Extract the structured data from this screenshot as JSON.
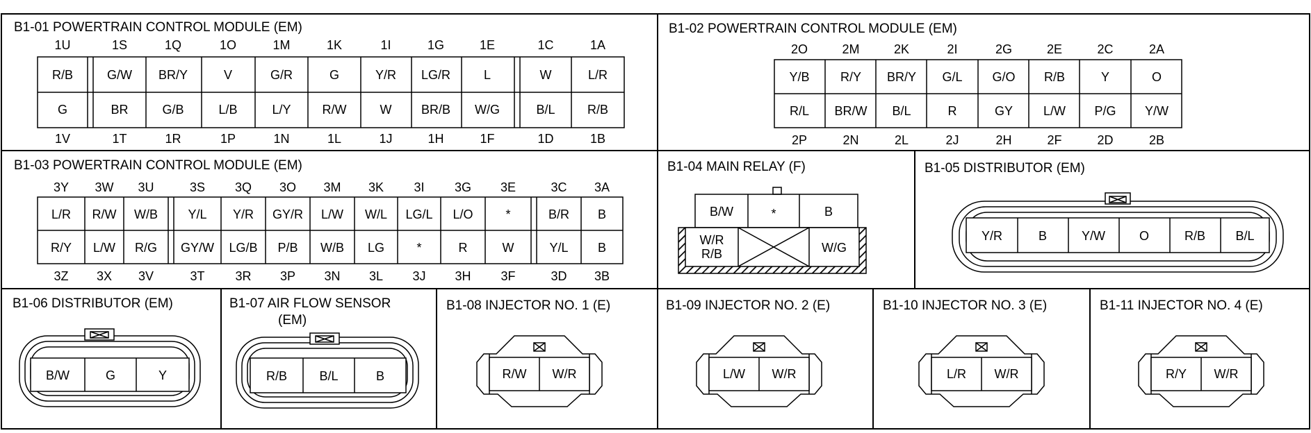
{
  "panels": {
    "b1_01": {
      "title": "B1-01  POWERTRAIN CONTROL MODULE (EM)",
      "top_labels": [
        "1U",
        "1S",
        "1Q",
        "1O",
        "1M",
        "1K",
        "1I",
        "1G",
        "1E",
        "1C",
        "1A"
      ],
      "row1": [
        "R/B",
        "G/W",
        "BR/Y",
        "V",
        "G/R",
        "G",
        "Y/R",
        "LG/R",
        "L",
        "W",
        "L/R"
      ],
      "row2": [
        "G",
        "BR",
        "G/B",
        "L/B",
        "L/Y",
        "R/W",
        "W",
        "BR/B",
        "W/G",
        "B/L",
        "R/B"
      ],
      "bottom_labels": [
        "1V",
        "1T",
        "1R",
        "1P",
        "1N",
        "1L",
        "1J",
        "1H",
        "1F",
        "1D",
        "1B"
      ]
    },
    "b1_02": {
      "title": "B1-02  POWERTRAIN CONTROL MODULE (EM)",
      "top_labels": [
        "2O",
        "2M",
        "2K",
        "2I",
        "2G",
        "2E",
        "2C",
        "2A"
      ],
      "row1": [
        "Y/B",
        "R/Y",
        "BR/Y",
        "G/L",
        "G/O",
        "R/B",
        "Y",
        "O"
      ],
      "row2": [
        "R/L",
        "BR/W",
        "B/L",
        "R",
        "GY",
        "L/W",
        "P/G",
        "Y/W"
      ],
      "bottom_labels": [
        "2P",
        "2N",
        "2L",
        "2J",
        "2H",
        "2F",
        "2D",
        "2B"
      ]
    },
    "b1_03": {
      "title": "B1-03  POWERTRAIN CONTROL MODULE (EM)",
      "top_labels": [
        "3Y",
        "3W",
        "3U",
        "3S",
        "3Q",
        "3O",
        "3M",
        "3K",
        "3I",
        "3G",
        "3E",
        "3C",
        "3A"
      ],
      "row1": [
        "L/R",
        "R/W",
        "W/B",
        "Y/L",
        "Y/R",
        "GY/R",
        "L/W",
        "W/L",
        "LG/L",
        "L/O",
        "*",
        "B/R",
        "B"
      ],
      "row2": [
        "R/Y",
        "L/W",
        "R/G",
        "GY/W",
        "LG/B",
        "P/B",
        "W/B",
        "LG",
        "*",
        "R",
        "W",
        "Y/L",
        "B"
      ],
      "bottom_labels": [
        "3Z",
        "3X",
        "3V",
        "3T",
        "3R",
        "3P",
        "3N",
        "3L",
        "3J",
        "3H",
        "3F",
        "3D",
        "3B"
      ]
    },
    "b1_04": {
      "title": "B1-04  MAIN RELAY (F)",
      "row1": [
        "B/W",
        "*",
        "B"
      ],
      "row2_left_1": "W/R",
      "row2_left_2": "R/B",
      "row2_right": "W/G"
    },
    "b1_05": {
      "title": "B1-05  DISTRIBUTOR (EM)",
      "pins": [
        "Y/R",
        "B",
        "Y/W",
        "O",
        "R/B",
        "B/L"
      ]
    },
    "b1_06": {
      "title": "B1-06  DISTRIBUTOR (EM)",
      "pins": [
        "B/W",
        "G",
        "Y"
      ]
    },
    "b1_07": {
      "title_line1": "B1-07  AIR FLOW SENSOR",
      "title_line2": "(EM)",
      "pins": [
        "R/B",
        "B/L",
        "B"
      ]
    },
    "b1_08": {
      "title": "B1-08  INJECTOR NO. 1 (E)",
      "pins": [
        "R/W",
        "W/R"
      ]
    },
    "b1_09": {
      "title": "B1-09  INJECTOR NO. 2 (E)",
      "pins": [
        "L/W",
        "W/R"
      ]
    },
    "b1_10": {
      "title": "B1-10  INJECTOR NO. 3 (E)",
      "pins": [
        "L/R",
        "W/R"
      ]
    },
    "b1_11": {
      "title": "B1-11  INJECTOR NO. 4 (E)",
      "pins": [
        "R/Y",
        "W/R"
      ]
    }
  }
}
